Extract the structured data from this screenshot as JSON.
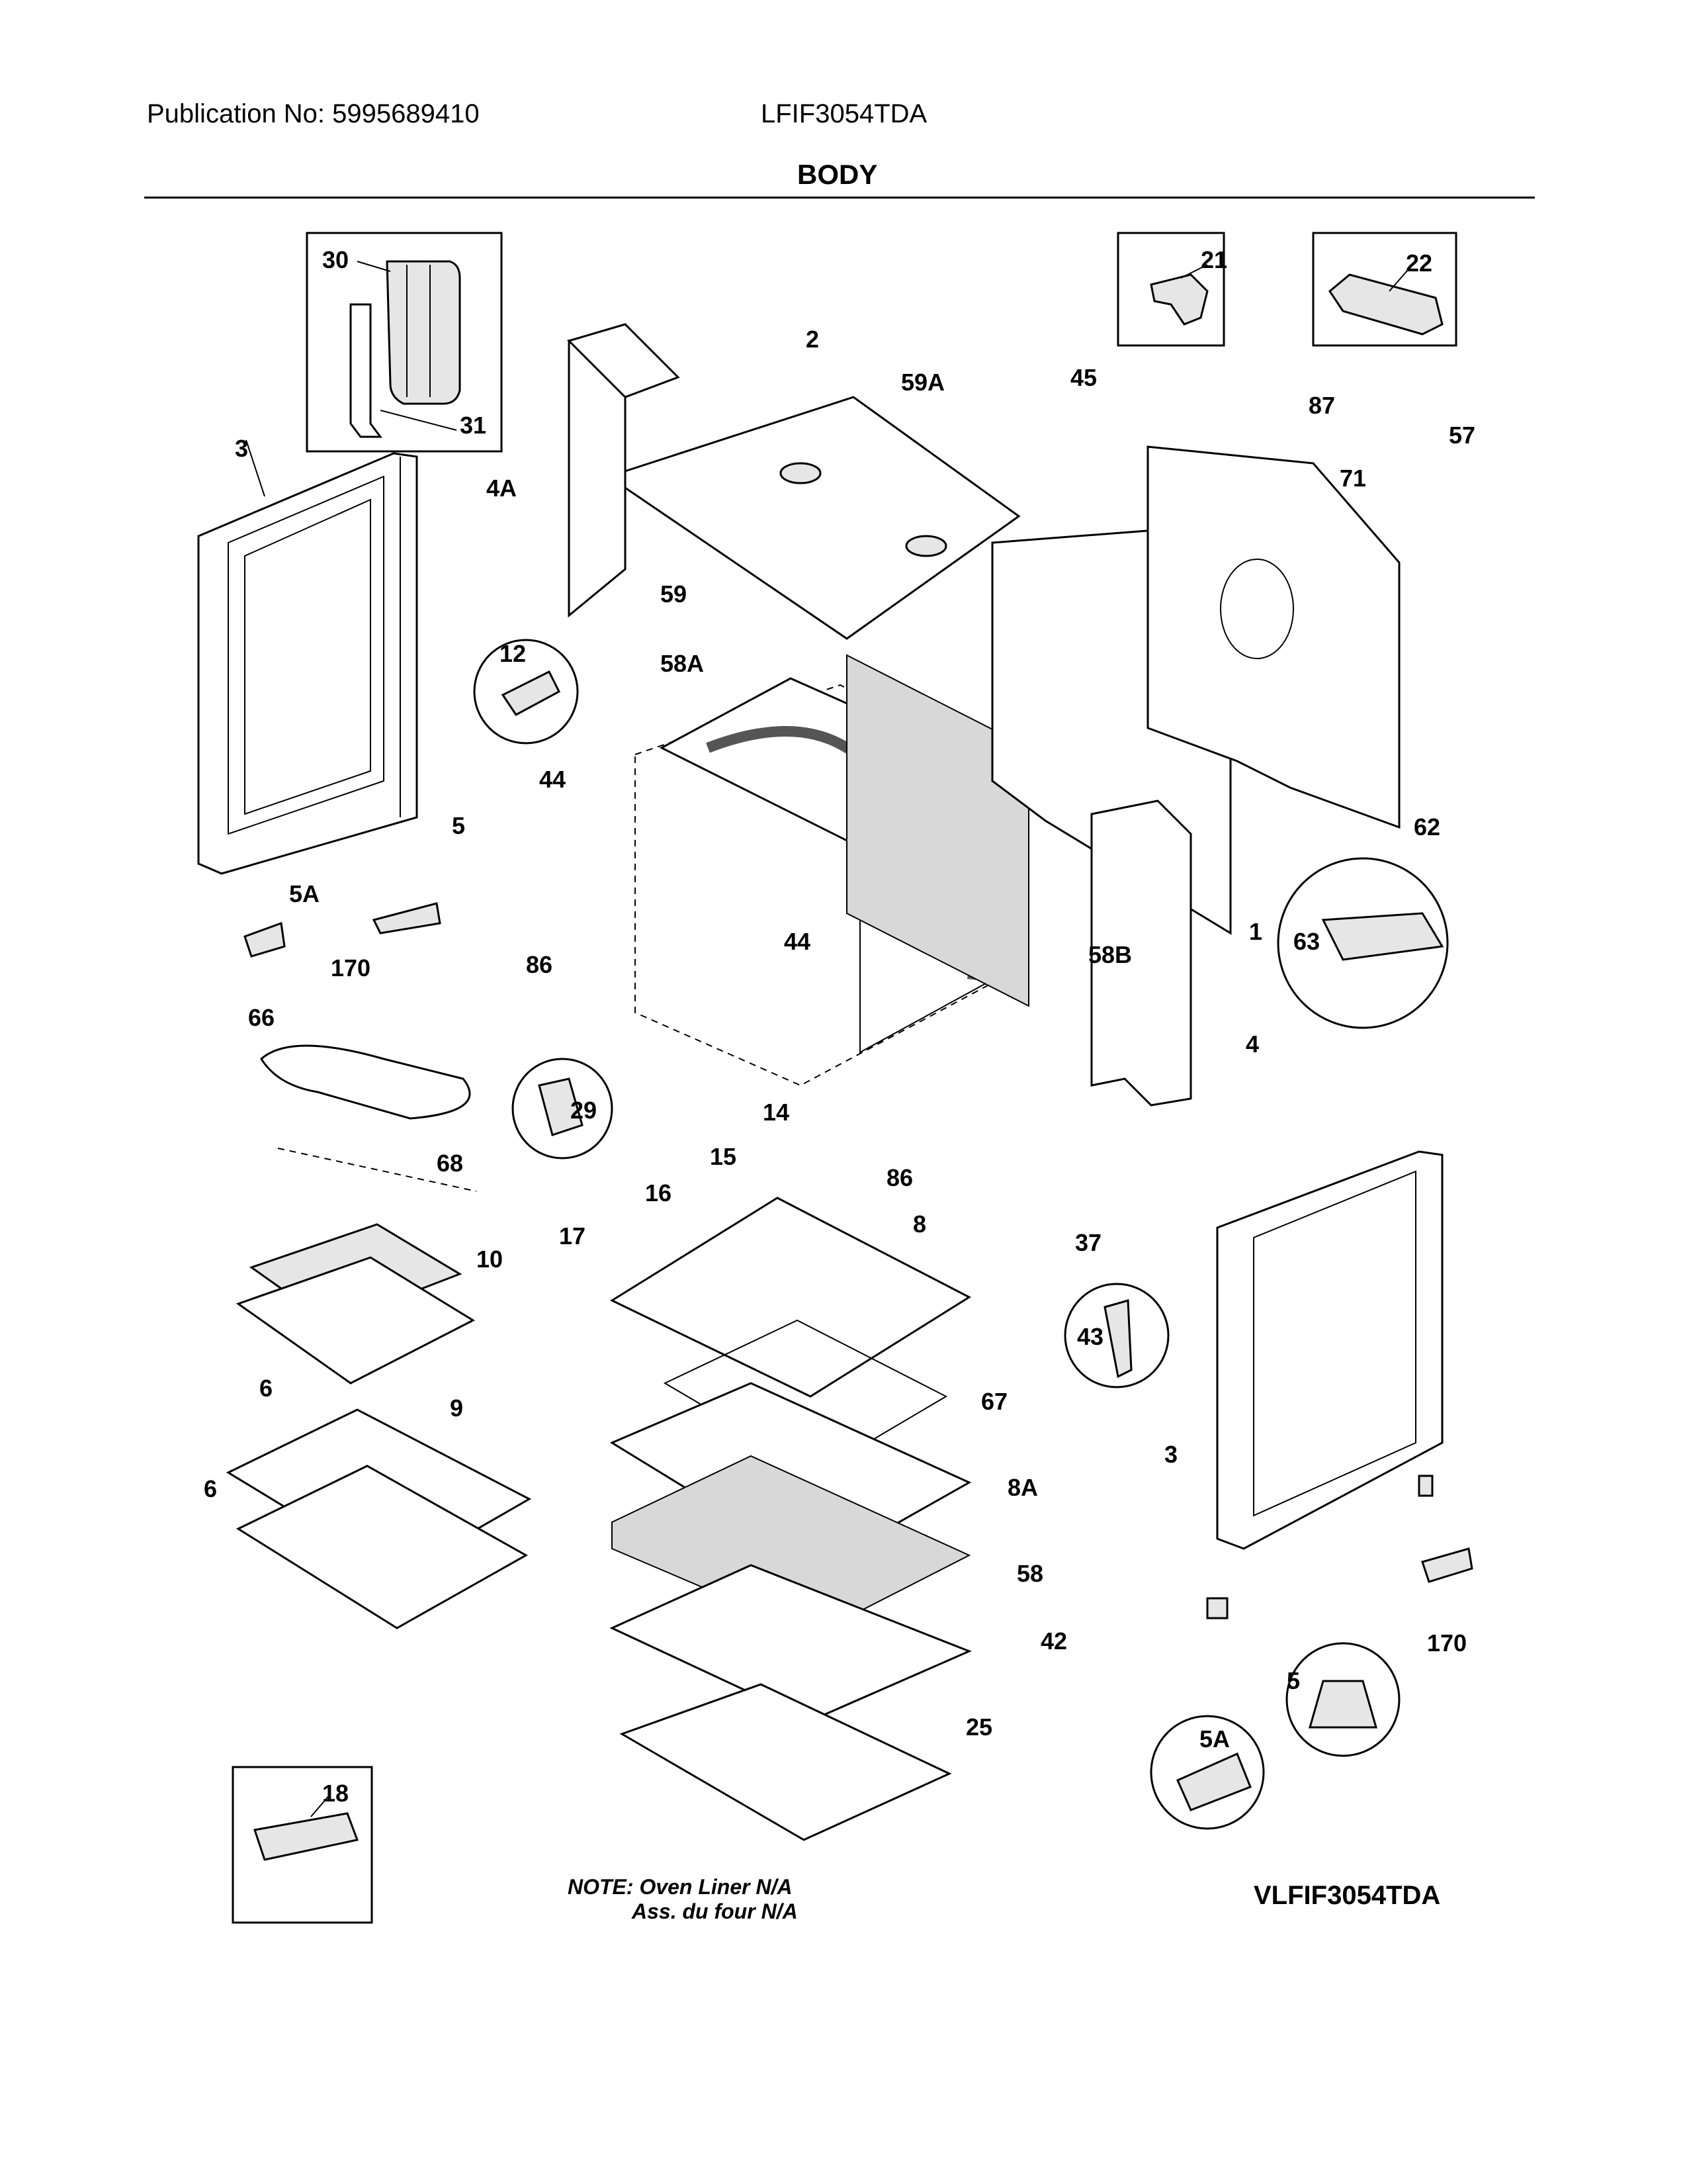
{
  "header": {
    "publication": "Publication No: 5995689410",
    "model": "LFIF3054TDA",
    "section_title": "BODY"
  },
  "footer": {
    "note_line1": "NOTE: Oven Liner N/A",
    "note_line2": "Ass. du four N/A",
    "model_code": "VLFIF3054TDA"
  },
  "callouts": {
    "c30": "30",
    "c31": "31",
    "c2": "2",
    "c59A": "59A",
    "c45": "45",
    "c21": "21",
    "c22": "22",
    "c87": "87",
    "c57": "57",
    "c71": "71",
    "c3a": "3",
    "c4A": "4A",
    "c59": "59",
    "c12": "12",
    "c58A": "58A",
    "c44a": "44",
    "c5a": "5",
    "c5Aa": "5A",
    "c170a": "170",
    "c62": "62",
    "c1": "1",
    "c63": "63",
    "c86a": "86",
    "c44b": "44",
    "c58B": "58B",
    "c66": "66",
    "c4": "4",
    "c29": "29",
    "c14": "14",
    "c68": "68",
    "c15": "15",
    "c16": "16",
    "c86b": "86",
    "c17": "17",
    "c8": "8",
    "c37": "37",
    "c10": "10",
    "c43": "43",
    "c9": "9",
    "c67": "67",
    "c6a": "6",
    "c8A": "8A",
    "c3b": "3",
    "c6b": "6",
    "c58": "58",
    "c170b": "170",
    "c42": "42",
    "c5b": "5",
    "c25": "25",
    "c5Ab": "5A",
    "c18": "18"
  }
}
